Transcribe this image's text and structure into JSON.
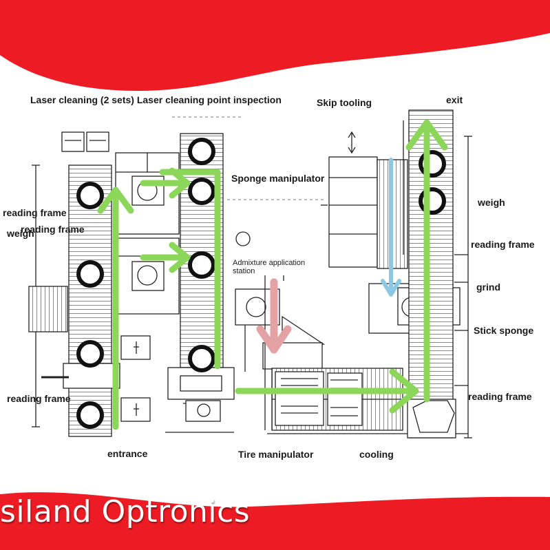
{
  "colors": {
    "banner_red": "#ED1C24",
    "flow_arrow_green": "#8CD75A",
    "flow_arrow_blue": "#8CC7E3",
    "flow_arrow_pink": "#E3A2A4",
    "line_art": "#222222"
  },
  "labels": {
    "laser_cleaning": "Laser cleaning (2 sets) Laser cleaning point inspection",
    "skip_tooling": "Skip tooling",
    "exit": "exit",
    "reading_frame_left_1": "reading frame",
    "reading_frame_left_2": "reading frame",
    "weigh_left": "weigh",
    "sponge_manipulator": "Sponge manipulator",
    "weigh_right": "weigh",
    "reading_frame_right_1": "reading frame",
    "admixture": "Admixture application station",
    "grind": "grind",
    "stick_sponge": "Stick sponge",
    "reading_frame_left_3": "reading frame",
    "reading_frame_right_2": "reading frame",
    "entrance": "entrance",
    "tire_manipulator": "Tire manipulator",
    "cooling": "cooling"
  },
  "brand": "siland Optronics"
}
